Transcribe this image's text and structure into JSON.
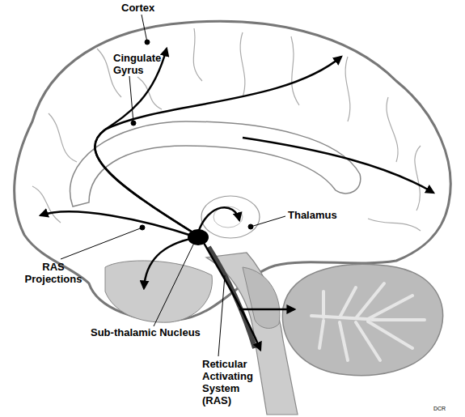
{
  "diagram": {
    "labels": [
      "Cortex",
      "Cingulate Gyrus",
      "Thalamus",
      "RAS Projections",
      "Sub-thalamic Nucleus",
      "Reticular Activating System (RAS)",
      "DCR"
    ]
  }
}
